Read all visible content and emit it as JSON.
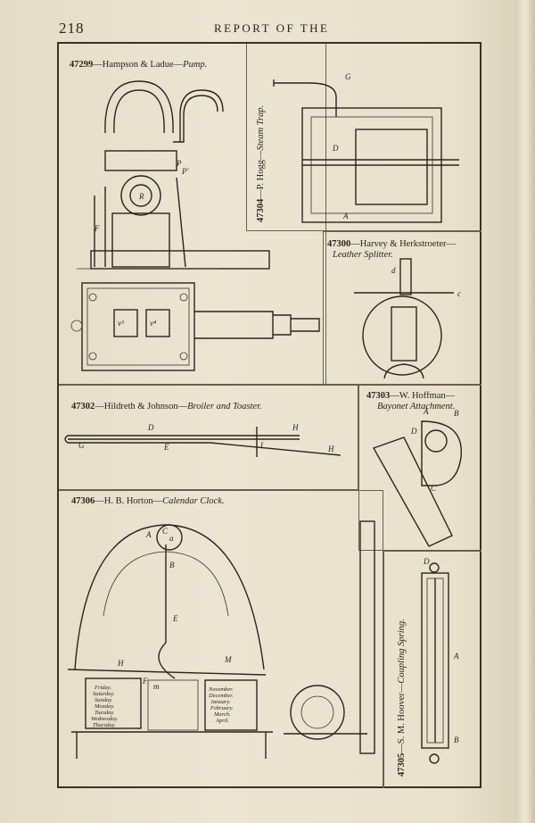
{
  "header": {
    "page_number": "218",
    "running_title": "REPORT OF THE"
  },
  "figures": {
    "pump": {
      "number": "47299",
      "names": "Hampson & Ladue",
      "title": "Pump.",
      "letters": [
        "P",
        "P'",
        "F",
        "R",
        "v³",
        "v⁴"
      ]
    },
    "steam_trap": {
      "number": "47304",
      "names": "P. Hogg",
      "title": "Steam Trap.",
      "letters": [
        "G",
        "D",
        "A"
      ]
    },
    "leather_splitter": {
      "number": "47300",
      "names": "Harvey & Herkstroeter",
      "title": "Leather Splitter.",
      "letters": [
        "d",
        "c"
      ]
    },
    "broiler": {
      "number": "47302",
      "names": "Hildreth & Johnson",
      "title": "Broiler and Toaster.",
      "letters": [
        "D",
        "H",
        "G",
        "E",
        "I",
        "H"
      ]
    },
    "bayonet": {
      "number": "47303",
      "names": "W. Hoffman",
      "title": "Bayonet Attachment.",
      "letters": [
        "A",
        "B",
        "D",
        "C"
      ]
    },
    "calendar_clock": {
      "number": "47306",
      "names": "H. B. Horton",
      "title": "Calendar Clock.",
      "letters": [
        "A",
        "C",
        "a",
        "B",
        "E",
        "H",
        "M",
        "F",
        "m"
      ],
      "days": [
        "Friday.",
        "Saturday.",
        "Sunday.",
        "Monday.",
        "Tuesday.",
        "Wednesday.",
        "Thursday."
      ],
      "months": [
        "November.",
        "December.",
        "January.",
        "February.",
        "March.",
        "April."
      ]
    },
    "coupling_spring": {
      "number": "47305",
      "names": "S. M. Hoover",
      "title": "Coupling Spring.",
      "letters": [
        "D",
        "A",
        "B"
      ]
    }
  },
  "separator": "—",
  "colors": {
    "paper": "#e8e0cc",
    "ink": "#2a241c"
  }
}
